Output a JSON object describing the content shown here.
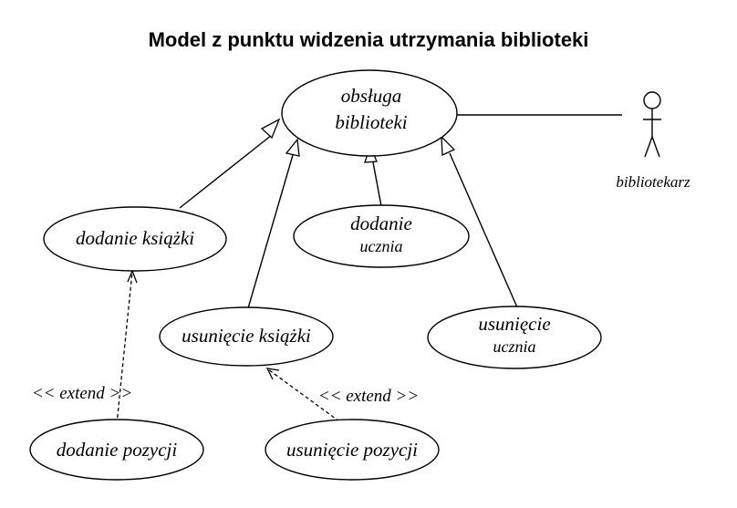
{
  "title": "Model z punktu widzenia utrzymania biblioteki",
  "actor": {
    "name": "bibliotekarz"
  },
  "use_cases": {
    "obsluga": [
      "obsługa",
      "biblioteki"
    ],
    "dodanie_ksiazki": "dodanie książki",
    "dodanie_ucznia": [
      "dodanie",
      "ucznia"
    ],
    "usuniecie_ksiazki": "usunięcie książki",
    "usuniecie_ucznia": [
      "usunięcie",
      "ucznia"
    ],
    "dodanie_pozycji": "dodanie pozycji",
    "usuniecie_pozycji": "usunięcie pozycji"
  },
  "relations": {
    "extend_left": "<< extend >>",
    "extend_right": "<< extend >>"
  }
}
